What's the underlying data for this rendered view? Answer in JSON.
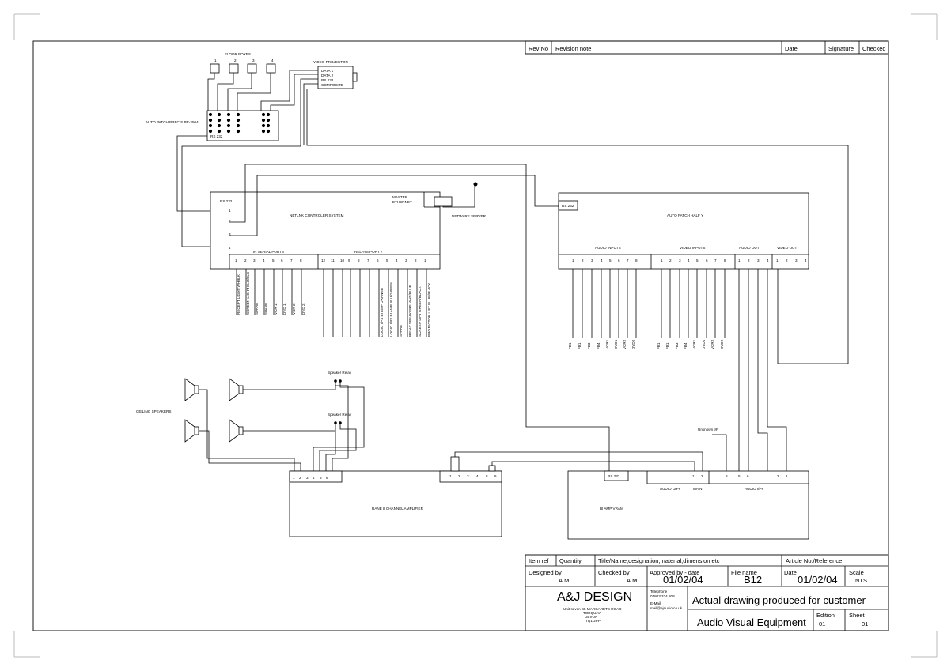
{
  "revision_table": {
    "rev_no": "Rev No",
    "revision_note": "Revision note",
    "date": "Date",
    "signature": "Signature",
    "checked": "Checked"
  },
  "floor_boxes": {
    "title": "FLOOR BOXES",
    "numbers": [
      "1",
      "2",
      "3",
      "4"
    ]
  },
  "video_projector": {
    "title": "VIDEO PROJECTOR",
    "inputs": [
      "DATA 1",
      "DATA 2",
      "RS 232",
      "COMPOSITE"
    ]
  },
  "autopatch_precis": {
    "label": "AUTO PATCH PRECIS PR-2504",
    "port": "RS 232"
  },
  "netlink": {
    "title": "NETLNK CONTROLER SYSTEM",
    "rs232": "RS 232",
    "serial_numbers": [
      "1",
      "2",
      "3",
      "4"
    ],
    "master_ethernet": [
      "MASTER",
      "ETHERNET"
    ],
    "ir_serial_title": "IR SERIAL PORTS",
    "ir_ports": [
      "1",
      "2",
      "3",
      "4",
      "5",
      "6",
      "7",
      "8"
    ],
    "relays_title": "RELAYS PORT 7",
    "relay_ports": [
      "12",
      "11",
      "10",
      "9",
      "8",
      "7",
      "6",
      "5",
      "4",
      "3",
      "2",
      "1"
    ],
    "ir_labels": [
      "RECEPT LIGHT WHBLK",
      "SCREEN LIGHT BLU/BLK",
      "SPARE",
      "SPARE",
      "VCR 1",
      "DVD 1",
      "VCR 2",
      "DVD 2"
    ],
    "relay_labels": [
      "LOGIC I/PS BI AMP ORANGE",
      "LOGIC I/PS BI AMP BLU/GREEN",
      "SPARE",
      "RELAY SPEAKERS WHT/BLUE",
      "SCREEN LIFT GREEN/BLACK",
      "PROJECTOR LIFT BLUE/BLACK"
    ]
  },
  "netware_server": {
    "label": "NETWARE SERVER"
  },
  "autopatch_half": {
    "title": "AUTO PATCH HALF Y",
    "rs232": "RS 232",
    "audio_inputs_title": "AUDIO INPUTS",
    "audio_input_numbers": [
      "1",
      "2",
      "3",
      "4",
      "5",
      "6",
      "7",
      "8"
    ],
    "video_inputs_title": "VIDEO INPUTS",
    "video_input_numbers": [
      "1",
      "2",
      "3",
      "4",
      "5",
      "6",
      "7",
      "8"
    ],
    "audio_out_title": "AUDIO OUT",
    "audio_out_numbers": [
      "1",
      "2",
      "3",
      "4"
    ],
    "video_out_title": "VIDEO OUT",
    "video_out_numbers": [
      "1",
      "2",
      "3",
      "4"
    ],
    "audio_source_labels": [
      "FB1",
      "FB1",
      "FB3",
      "FB4",
      "VCR1",
      "DVD1",
      "VCR2",
      "DVD2"
    ],
    "video_source_labels": [
      "FB1",
      "FB1",
      "FB3",
      "FB4",
      "VCR1",
      "DVD1",
      "VCR2",
      "DVD2"
    ]
  },
  "speakers": {
    "ceiling_label": "CEILING SPEAKERS",
    "relay_labels": [
      "Speaker Relay",
      "Speaker Relay"
    ]
  },
  "amplifier": {
    "title": "RANE 8 CHANNEL AMPLIFIER",
    "input_numbers": [
      "1",
      "2",
      "3",
      "4",
      "5",
      "6"
    ],
    "output_numbers": [
      "1",
      "2",
      "3",
      "4",
      "5",
      "6"
    ]
  },
  "biamp": {
    "title": "BI AMP VRAM",
    "rs232": "RS 232",
    "unknown_ip": "Unknown I/P",
    "audio_ops": "AUDIO O/Ps",
    "main": "MAIN",
    "audio_ips": "AUDIO I/Ps",
    "out_numbers": [
      "1",
      "2"
    ],
    "in_numbers": [
      "8",
      "5",
      "6",
      "2",
      "1"
    ]
  },
  "title_block": {
    "item_ref": "Item ref",
    "quantity": "Quantity",
    "title_name": "Title/Name,designation,material,dimension etc",
    "article_no": "Article No./Reference",
    "designed_by_label": "Designed by",
    "designed_by": "A.M",
    "checked_by_label": "Checked by",
    "checked_by": "A.M",
    "approved_by_label": "Approved by - date",
    "approved_date": "01/02/04",
    "file_name_label": "File name",
    "file_name": "B12",
    "date_label": "Date",
    "date": "01/02/04",
    "scale_label": "Scale",
    "scale": "NTS",
    "company": "A&J DESIGN",
    "address": [
      "Unit seven St. MARGARETS ROAD",
      "TORQUAY",
      "DEVON",
      "TQ1 2PP"
    ],
    "telephone_label": "Telephone",
    "telephone": "01803 324 808",
    "email_label": "E-Mail",
    "email": "mail@ajaudio.co.uk",
    "drawing_title": "Actual  drawing produced for customer",
    "drawing_subject": "Audio Visual Equipment",
    "edition_label": "Edition",
    "edition": "01",
    "sheet_label": "Sheet",
    "sheet": "01"
  }
}
